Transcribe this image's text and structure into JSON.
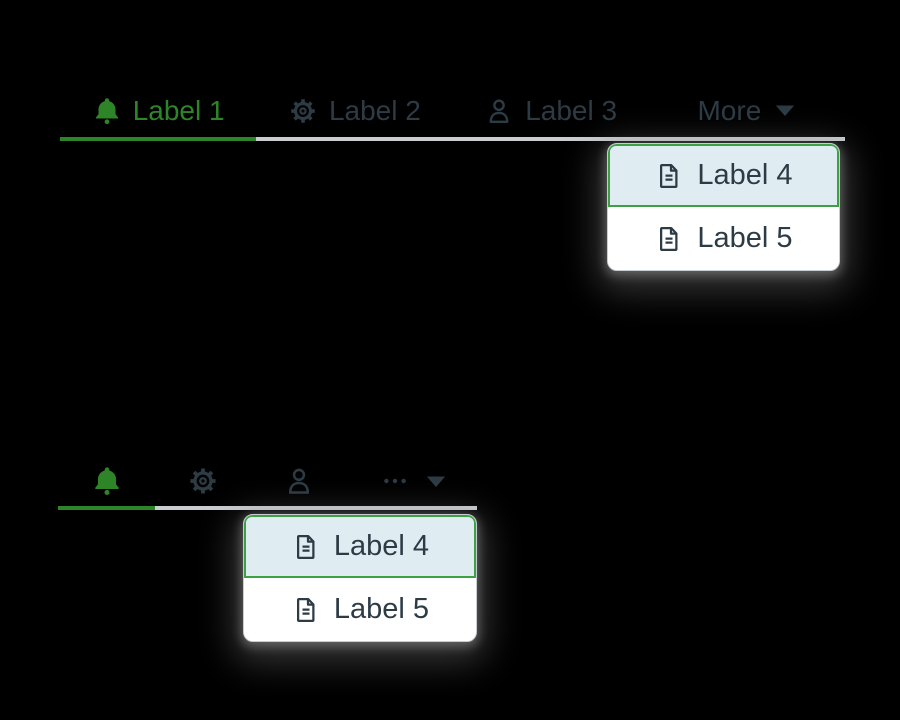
{
  "colors": {
    "accent_green": "#2E8528",
    "focus_green": "#3DA144",
    "highlight_blue": "#DFEDF3",
    "text_dark": "#2D3B45",
    "divider_gray": "#C7CDD1",
    "menu_bg": "#FFFFFF",
    "background": "#000000"
  },
  "labeled_tabs": {
    "items": [
      {
        "label": "Label 1",
        "icon": "bell-icon",
        "state": "selected"
      },
      {
        "label": "Label 2",
        "icon": "gear-icon",
        "state": "default"
      },
      {
        "label": "Label 3",
        "icon": "user-icon",
        "state": "default"
      },
      {
        "label": "More",
        "icon": "triangle-down-icon",
        "state": "menu-open"
      }
    ],
    "menu": {
      "items": [
        {
          "label": "Label 4",
          "icon": "document-icon",
          "state": "highlighted"
        },
        {
          "label": "Label 5",
          "icon": "document-icon",
          "state": "default"
        }
      ]
    }
  },
  "icon_tabs": {
    "items": [
      {
        "icon": "bell-icon",
        "state": "selected"
      },
      {
        "icon": "gear-icon",
        "state": "default"
      },
      {
        "icon": "user-icon",
        "state": "default"
      },
      {
        "icon": "ellipsis-icon",
        "caret": "triangle-down-icon",
        "state": "menu-open"
      }
    ],
    "menu": {
      "items": [
        {
          "label": "Label 4",
          "icon": "document-icon",
          "state": "highlighted"
        },
        {
          "label": "Label 5",
          "icon": "document-icon",
          "state": "default"
        }
      ]
    }
  }
}
